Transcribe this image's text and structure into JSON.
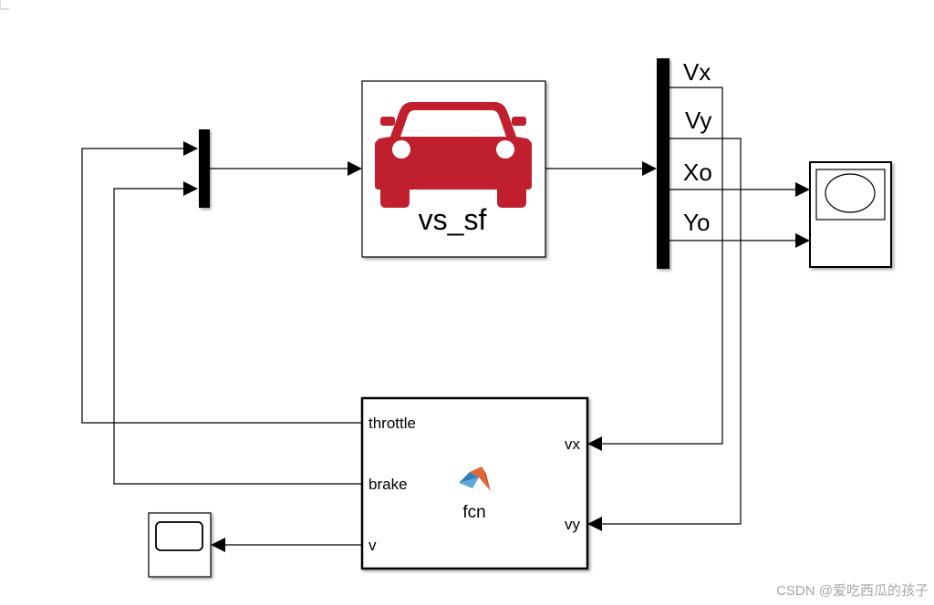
{
  "diagram": {
    "vehicle_block": {
      "label": "vs_sf",
      "icon": "car-icon",
      "icon_color": "#C0202E"
    },
    "demux_outputs": [
      "Vx",
      "Vy",
      "Xo",
      "Yo"
    ],
    "function_block": {
      "name": "fcn",
      "icon": "matlab-logo-icon",
      "inputs": [
        "throttle",
        "brake",
        "v"
      ],
      "outputs": [
        "vx",
        "vy"
      ]
    },
    "xy_scope": {
      "icon": "xy-graph-icon"
    },
    "scope": {
      "icon": "scope-icon"
    }
  },
  "watermark": "CSDN @爱吃西瓜的孩子"
}
